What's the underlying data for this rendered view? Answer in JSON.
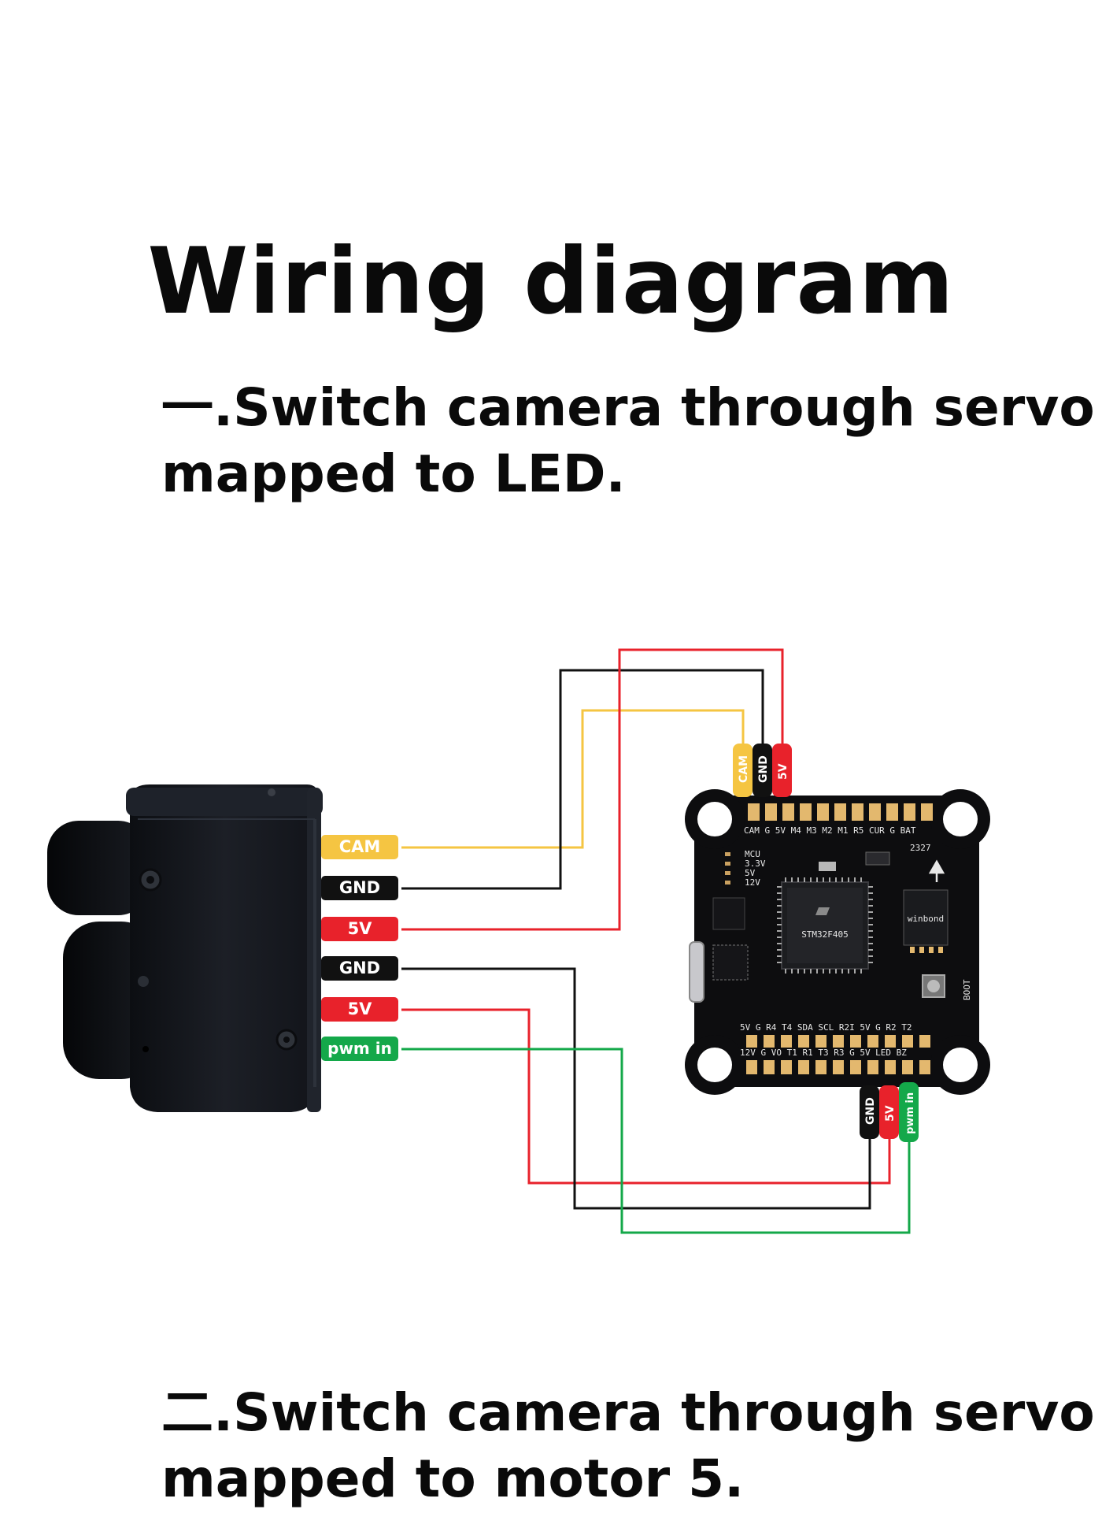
{
  "title": "Wiring diagram",
  "section1": {
    "line1": "一.Switch camera through servo",
    "line2": "mapped to LED."
  },
  "section2": {
    "line1": "二.Switch camera through servo",
    "line2": "mapped to motor 5."
  },
  "camera_connector": {
    "pins": [
      {
        "label": "CAM",
        "color": "#f5c542"
      },
      {
        "label": "GND",
        "color": "#111111"
      },
      {
        "label": "5V",
        "color": "#e8222b"
      },
      {
        "label": "GND",
        "color": "#111111"
      },
      {
        "label": "5V",
        "color": "#e8222b"
      },
      {
        "label": "pwm in",
        "color": "#14a84a"
      }
    ]
  },
  "fc_top_connector": {
    "pins": [
      {
        "label": "CAM",
        "color": "#f5c542"
      },
      {
        "label": "GND",
        "color": "#111111"
      },
      {
        "label": "5V",
        "color": "#e8222b"
      }
    ]
  },
  "fc_bottom_connector": {
    "pins": [
      {
        "label": "GND",
        "color": "#111111"
      },
      {
        "label": "5V",
        "color": "#e8222b"
      },
      {
        "label": "pwm in",
        "color": "#14a84a"
      }
    ]
  },
  "flight_controller": {
    "top_pads": "CAM G  5V M4 M3 M2 M1 R5 CUR G BAT",
    "bottom_pads_upper": "5V  G  R4 T4 SDA SCL R2I 5V  G  R2 T2",
    "bottom_pads_lower": "12V G  VO  T1  R1  T3  R3  G  5V LED BZ",
    "status_labels": [
      "MCU",
      "3.3V",
      "5V",
      "12V"
    ],
    "board_number": "2327",
    "boot_label": "BOOT",
    "mcu_marking": "STM32F405",
    "flash_marking": "winbond"
  },
  "colors": {
    "wire_yellow": "#f5c542",
    "wire_black": "#111111",
    "wire_red": "#e8222b",
    "wire_green": "#14a84a",
    "pad_gold": "#e3b86e"
  }
}
